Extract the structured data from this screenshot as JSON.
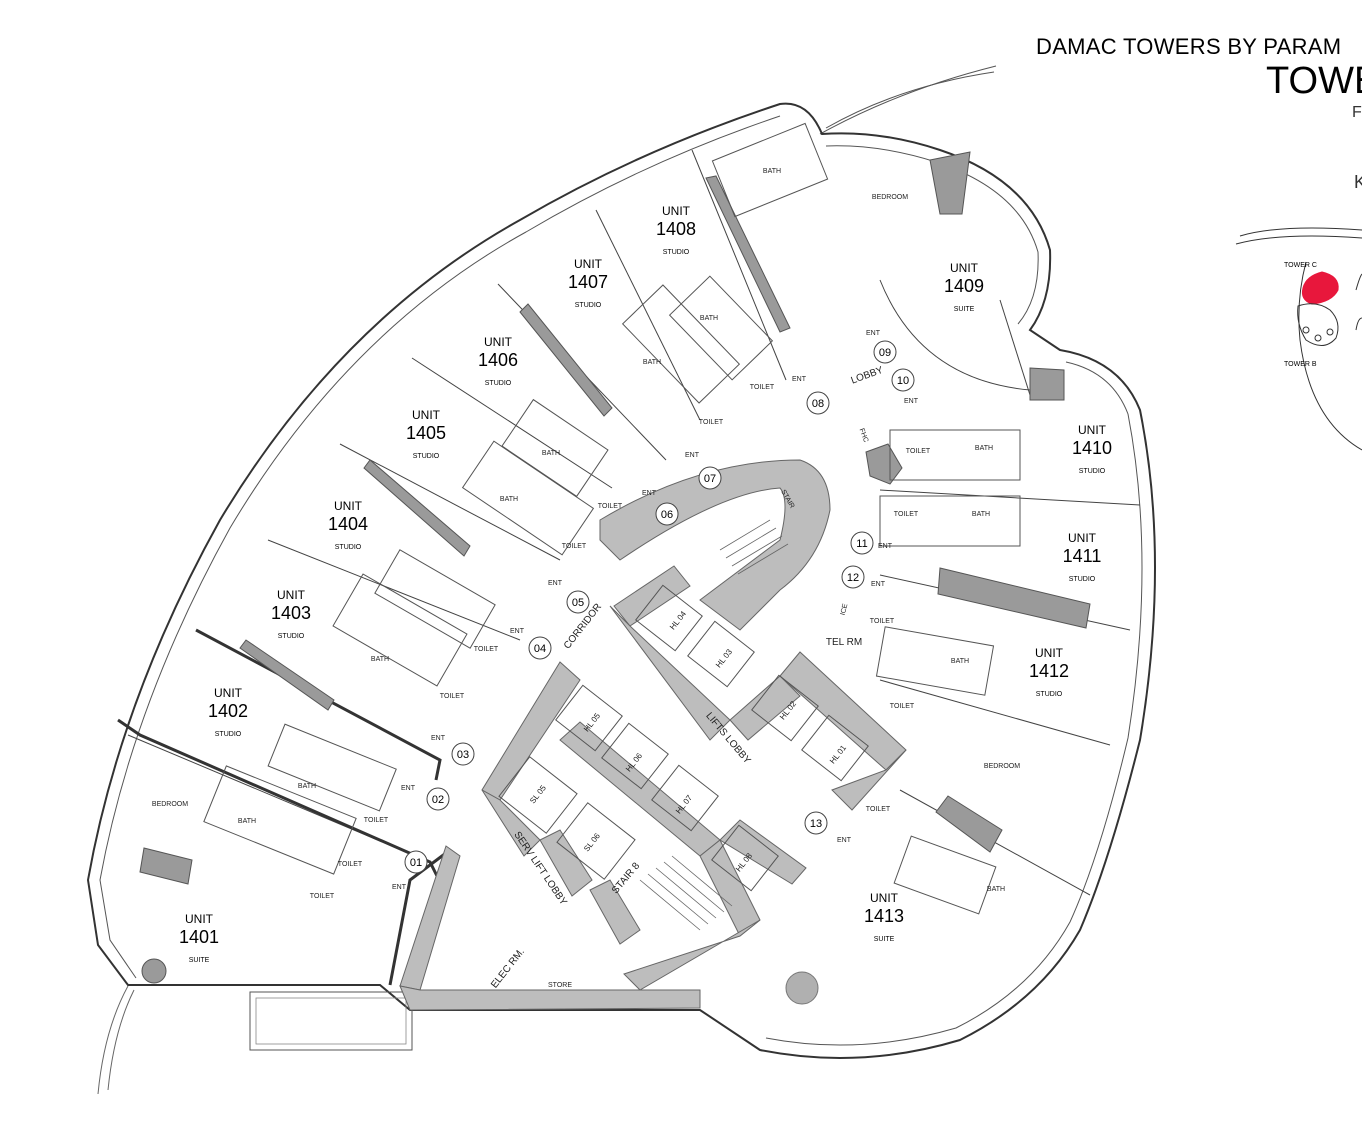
{
  "header": {
    "title": "DAMAC TOWERS BY PARAM",
    "tower": "TOWE",
    "floor": "F",
    "key": "K"
  },
  "keyplan": {
    "tower_c": "TOWER C",
    "tower_b": "TOWER B",
    "highlight_color": "#e8173c"
  },
  "units": [
    {
      "unit": "UNIT",
      "number": "1401",
      "type": "SUITE"
    },
    {
      "unit": "UNIT",
      "number": "1402",
      "type": "STUDIO"
    },
    {
      "unit": "UNIT",
      "number": "1403",
      "type": "STUDIO"
    },
    {
      "unit": "UNIT",
      "number": "1404",
      "type": "STUDIO"
    },
    {
      "unit": "UNIT",
      "number": "1405",
      "type": "STUDIO"
    },
    {
      "unit": "UNIT",
      "number": "1406",
      "type": "STUDIO"
    },
    {
      "unit": "UNIT",
      "number": "1407",
      "type": "STUDIO"
    },
    {
      "unit": "UNIT",
      "number": "1408",
      "type": "STUDIO"
    },
    {
      "unit": "UNIT",
      "number": "1409",
      "type": "SUITE"
    },
    {
      "unit": "UNIT",
      "number": "1410",
      "type": "STUDIO"
    },
    {
      "unit": "UNIT",
      "number": "1411",
      "type": "STUDIO"
    },
    {
      "unit": "UNIT",
      "number": "1412",
      "type": "STUDIO"
    },
    {
      "unit": "UNIT",
      "number": "1413",
      "type": "SUITE"
    }
  ],
  "entries": [
    "01",
    "02",
    "03",
    "04",
    "05",
    "06",
    "07",
    "08",
    "09",
    "10",
    "11",
    "12",
    "13"
  ],
  "rooms": {
    "bath": "BATH",
    "toilet": "TOILET",
    "bedroom": "BEDROOM",
    "ent": "ENT",
    "corridor": "CORRIDOR",
    "lifts_lobby": "LIFTS LOBBY",
    "lobby": "LOBBY",
    "serv_lift_lobby": "SERV LIFT LOBBY",
    "stair_8": "STAIR 8",
    "stair": "STAIR",
    "tel_rm": "TEL RM",
    "elec_rm": "ELEC RM.",
    "store": "STORE",
    "fhc": "FHC",
    "ice": "ICE"
  },
  "lifts": [
    "HL 01",
    "HL 02",
    "HL 03",
    "HL 04",
    "HL 05",
    "HL 06",
    "HL 07",
    "HL 08",
    "SL 05",
    "SL 06"
  ],
  "colors": {
    "line": "#3a3a3a",
    "core_fill": "#bdbdbd",
    "beam_fill": "#9a9a9a",
    "page": "#ffffff"
  }
}
